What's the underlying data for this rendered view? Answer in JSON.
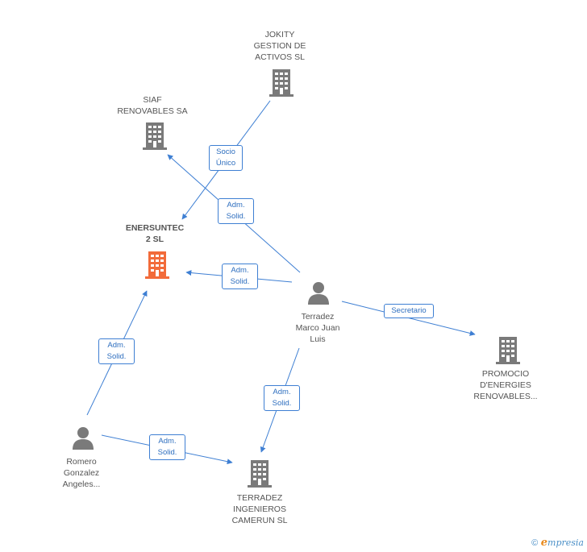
{
  "colors": {
    "edge": "#3e7fd3",
    "node": "#7a7a7a",
    "focus": "#f26b3a"
  },
  "nodes": {
    "jokity": {
      "label": "JOKITY\nGESTION DE\nACTIVOS  SL",
      "icon": "building-icon"
    },
    "siaf": {
      "label": "SIAF\nRENOVABLES SA",
      "icon": "building-icon"
    },
    "enersuntec": {
      "label": "ENERSUNTEC\n2 SL",
      "icon": "building-icon"
    },
    "terradez_person": {
      "label": "Terradez\nMarco Juan\nLuis",
      "icon": "person-icon"
    },
    "promocio": {
      "label": "PROMOCIO\nD'ENERGIES\nRENOVABLES...",
      "icon": "building-icon"
    },
    "romero": {
      "label": "Romero\nGonzalez\nAngeles...",
      "icon": "person-icon"
    },
    "terradez_ing": {
      "label": "TERRADEZ\nINGENIEROS\nCAMERUN SL",
      "icon": "building-icon"
    }
  },
  "edges": {
    "socio_unico": "Socio\nÚnico",
    "adm_siaf": "Adm.\nSolid.",
    "adm_ener": "Adm.\nSolid.",
    "secretario": "Secretario",
    "adm_terradez_ing": "Adm.\nSolid.",
    "adm_romero_ener": "Adm.\nSolid.",
    "adm_romero_ing": "Adm.\nSolid."
  },
  "brand": {
    "copyright": "©",
    "e": "e",
    "rest": "mpresia"
  }
}
